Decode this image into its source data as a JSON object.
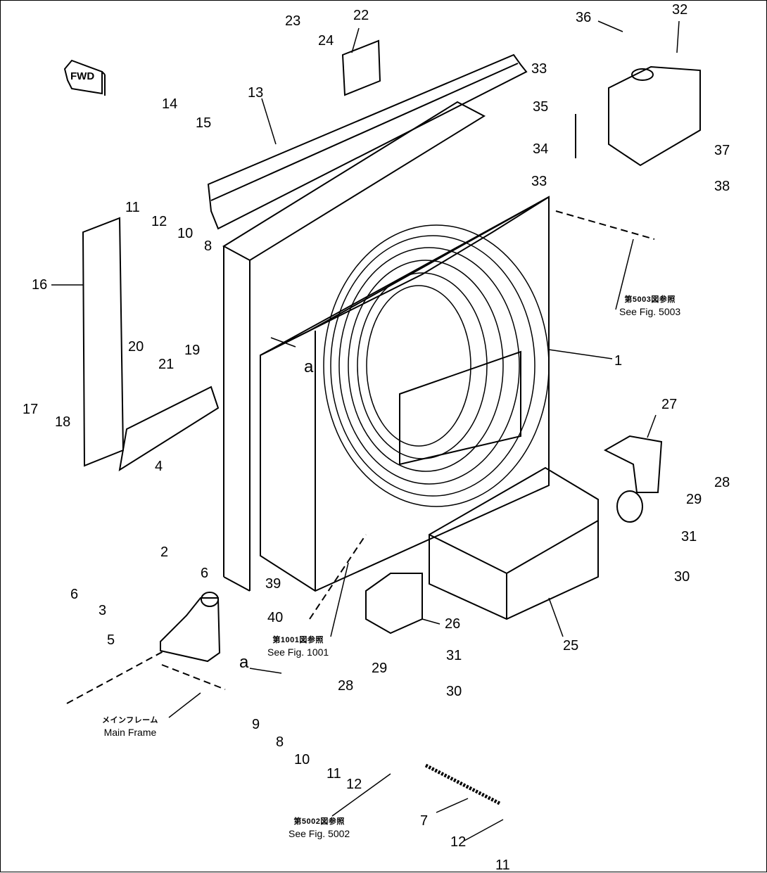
{
  "diagram": {
    "title": "Radiator / Oil Cooler Parts Exploded View",
    "orientation_badge": "FWD",
    "view_marker": "a",
    "callouts": [
      {
        "id": "c1",
        "label": "1"
      },
      {
        "id": "c2",
        "label": "2"
      },
      {
        "id": "c3",
        "label": "3"
      },
      {
        "id": "c4",
        "label": "4"
      },
      {
        "id": "c5",
        "label": "5"
      },
      {
        "id": "c6a",
        "label": "6"
      },
      {
        "id": "c6b",
        "label": "6"
      },
      {
        "id": "c7",
        "label": "7"
      },
      {
        "id": "c8a",
        "label": "8"
      },
      {
        "id": "c8b",
        "label": "8"
      },
      {
        "id": "c9",
        "label": "9"
      },
      {
        "id": "c10a",
        "label": "10"
      },
      {
        "id": "c10b",
        "label": "10"
      },
      {
        "id": "c11a",
        "label": "11"
      },
      {
        "id": "c11b",
        "label": "11"
      },
      {
        "id": "c11c",
        "label": "11"
      },
      {
        "id": "c12a",
        "label": "12"
      },
      {
        "id": "c12b",
        "label": "12"
      },
      {
        "id": "c12c",
        "label": "12"
      },
      {
        "id": "c13",
        "label": "13"
      },
      {
        "id": "c14",
        "label": "14"
      },
      {
        "id": "c15",
        "label": "15"
      },
      {
        "id": "c16",
        "label": "16"
      },
      {
        "id": "c17",
        "label": "17"
      },
      {
        "id": "c18",
        "label": "18"
      },
      {
        "id": "c19",
        "label": "19"
      },
      {
        "id": "c20",
        "label": "20"
      },
      {
        "id": "c21",
        "label": "21"
      },
      {
        "id": "c22",
        "label": "22"
      },
      {
        "id": "c23",
        "label": "23"
      },
      {
        "id": "c24",
        "label": "24"
      },
      {
        "id": "c25",
        "label": "25"
      },
      {
        "id": "c26",
        "label": "26"
      },
      {
        "id": "c27",
        "label": "27"
      },
      {
        "id": "c28a",
        "label": "28"
      },
      {
        "id": "c28b",
        "label": "28"
      },
      {
        "id": "c29a",
        "label": "29"
      },
      {
        "id": "c29b",
        "label": "29"
      },
      {
        "id": "c30a",
        "label": "30"
      },
      {
        "id": "c30b",
        "label": "30"
      },
      {
        "id": "c31a",
        "label": "31"
      },
      {
        "id": "c31b",
        "label": "31"
      },
      {
        "id": "c32",
        "label": "32"
      },
      {
        "id": "c33a",
        "label": "33"
      },
      {
        "id": "c33b",
        "label": "33"
      },
      {
        "id": "c34",
        "label": "34"
      },
      {
        "id": "c35",
        "label": "35"
      },
      {
        "id": "c36",
        "label": "36"
      },
      {
        "id": "c37",
        "label": "37"
      },
      {
        "id": "c38",
        "label": "38"
      },
      {
        "id": "c39",
        "label": "39"
      },
      {
        "id": "c40",
        "label": "40"
      }
    ],
    "references": [
      {
        "id": "ref5003",
        "jp": "第5003図参照",
        "en": "See Fig. 5003"
      },
      {
        "id": "ref1001",
        "jp": "第1001図参照",
        "en": "See Fig. 1001"
      },
      {
        "id": "refframe",
        "jp": "メインフレーム",
        "en": "Main Frame"
      },
      {
        "id": "ref5002",
        "jp": "第5002図参照",
        "en": "See Fig. 5002"
      }
    ]
  }
}
